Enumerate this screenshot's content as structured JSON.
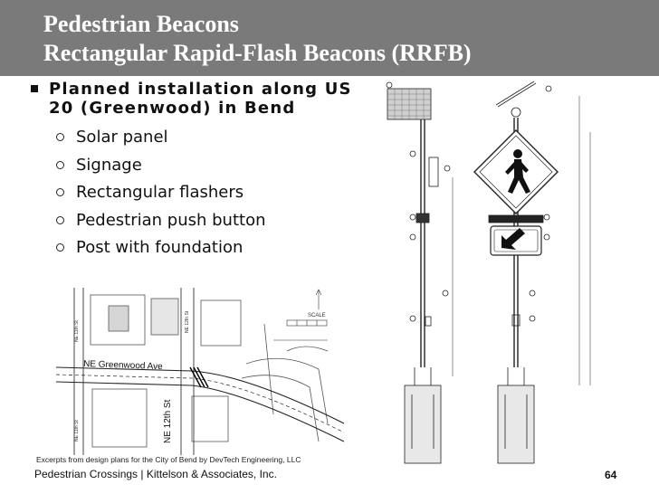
{
  "slide": {
    "title_line1": "Pedestrian Beacons",
    "title_line2": "Rectangular Rapid-Flash Beacons (RRFB)",
    "main_bullet": "Planned installation along US 20 (Greenwood) in Bend",
    "sub_bullets": [
      "Solar panel",
      "Signage",
      "Rectangular flashers",
      "Pedestrian push button",
      "Post with foundation"
    ],
    "map": {
      "street_name": "NE Greenwood Ave",
      "cross_street": "NE 12th St",
      "scale_label": "SCALE"
    },
    "caption": "Excerpts from design plans for the City of Bend by DevTech Engineering, LLC",
    "footer": "Pedestrian Crossings | Kittelson & Associates, Inc.",
    "page_number": "64"
  },
  "colors": {
    "title_bar": "#7a7a7a",
    "title_text": "#ffffff",
    "body_text": "#111111"
  },
  "icons": [
    "square-bullet-icon",
    "circle-bullet-icon",
    "pedestrian-icon",
    "arrow-icon"
  ]
}
